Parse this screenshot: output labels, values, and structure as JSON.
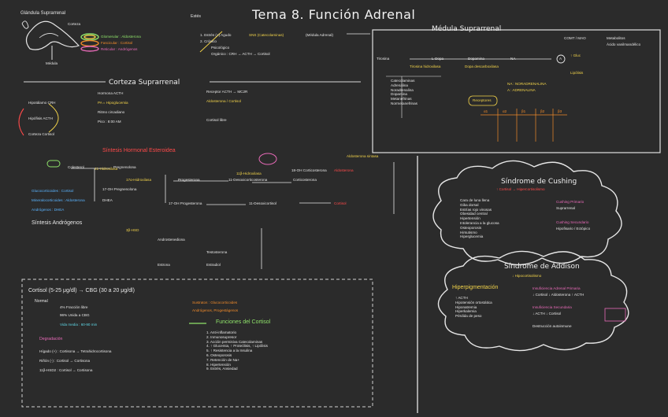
{
  "title": "Tema 8. Función Adrenal",
  "gland": {
    "label": "Glándula Suprarrenal",
    "corteza": "Corteza",
    "medula_caption": "Médula",
    "zones": [
      "Glomerular : Aldosterona",
      "Fascicular : Cortisol",
      "Reticular : Andrógenos"
    ]
  },
  "esteroides": {
    "label": "Estés",
    "items": [
      "1. Estrés (+) Agudo",
      "SNS (Catecolaminas)",
      "(Médula Adrenal)",
      "2. Crónico",
      "Psicológico",
      "Orgánico : CRH → ACTH → Cortisol"
    ]
  },
  "medula": {
    "heading": "Médula Suprarrenal",
    "flow": [
      "Tirosina",
      "L-Dopa",
      "Dopamina",
      "NA",
      "A"
    ],
    "row1": [
      "Tirosina hidroxilasa",
      "Dopa descarboxilasa"
    ],
    "left_list": [
      "Catecolaminas",
      "Adrenalina",
      "Noradrenalina",
      "Dopamina",
      "Metanefrinas",
      "Normetanefrinas"
    ],
    "receptors_heading": "Receptores",
    "receptors": [
      "α1",
      "α2",
      "β1",
      "β2",
      "β3"
    ],
    "right_notes": [
      "COMT / MAO",
      "Metabolitos",
      "Ácido vanilmandélico",
      "↑ Gluc",
      "Lipólisis",
      "NA : NORADRENALINA",
      "A : ADRENALINA"
    ]
  },
  "corteza": {
    "heading": "Corteza Suprarrenal",
    "axis": [
      "Hipotálamo CRH",
      "Hipófisis ACTH",
      "Corteza Cortisol"
    ],
    "acth_notes": [
      "Hormona ACTH",
      "PA = Hipoglucemia",
      "Ritmo circadiano",
      "Pico : 8:00 AM"
    ],
    "receptors_note": [
      "Receptor ACTH → MC2R",
      "Aldosterona / Cortisol",
      "Cortisol libre"
    ],
    "sintesis": "Síntesis Hormonal Esteroidea",
    "colesterol": "Colesterol",
    "pathway": [
      "Pregnenolona",
      "Progesterona",
      "11-Desoxicorticosterona",
      "Corticosterona",
      "18-OH Corticosterona",
      "Aldosterona",
      "17-OH Pregnenolona",
      "17-OH Progesterona",
      "11-Desoxicortisol",
      "Cortisol",
      "DHEA",
      "Androstenediona",
      "Testosterona",
      "Estradiol",
      "Estrona"
    ],
    "enzymes": [
      "21-Hidroxilasa",
      "11β-Hidroxilasa",
      "Aldosterona sintasa",
      "17α-Hidroxilasa",
      "3β-HSD"
    ],
    "androgenos_heading": "Síntesis Andrógenos",
    "blue_notes": [
      "Glucocorticoides : Cortisol",
      "Mineralocorticoides : Aldosterona",
      "Andrógenos : DHEA"
    ]
  },
  "cortisol": {
    "heading": "Cortisol (5-25 μg/dl) → CBG (30 a 20 μg/dl)",
    "normal": "Normal",
    "notes": [
      "4% Fracción libre",
      "96% Unida a CBG",
      "Vida media : 60-90 min"
    ],
    "degradacion": "Degradación",
    "degradacion_items": [
      "Hígado (+) : Cortisona → Tetrahidrocortisona",
      "Riñón (-) : Cortisol → Cortisona",
      "11β-HSD2 : Cortisol → Cortisona"
    ],
    "sustratos": [
      "Sustratos : Glucocorticoides",
      "Andrógenos, Progestágenos"
    ],
    "funciones_heading": "Funciones del Cortisol",
    "funciones": [
      "1. Anti-inflamatorio",
      "2. Inmunosupresor",
      "3. Acción permisiva Catecolaminas",
      "4. ↑ Glucemia, ↑ Proteólisis, ↑ Lipólisis",
      "5. ↑ Resistencia a la Insulina",
      "6. Osteoporosis",
      "7. Retención de Na+",
      "8. Hipertensión",
      "9. Estrés, Ansiedad"
    ]
  },
  "cushing": {
    "heading": "Síndrome de Cushing",
    "sub": "↑ Cortisol → Hipercortisolismo",
    "left": [
      "Cara de luna llena",
      "Giba dorsal",
      "Estrías rojo vinosas",
      "Obesidad central",
      "Hipertensión",
      "Intolerancia a la glucosa",
      "Osteoporosis",
      "Hirsutismo",
      "Hiperglucemia"
    ],
    "right": [
      "Cushing Primario",
      "Suprarrenal",
      "Cushing Secundario",
      "Hipofisario / Ectópico"
    ]
  },
  "addison": {
    "heading": "Síndrome de Addison",
    "sub": "↓ Hipocortisolismo",
    "left_head": "Hiperpigmentación",
    "left": [
      "↑ ACTH",
      "Hipotensión ortostática",
      "Hiponatremia",
      "Hiperkalemia",
      "Pérdida de peso"
    ],
    "right": [
      "Insuficiencia Adrenal Primaria",
      "↓ Cortisol ↓ Aldosterona ↑ ACTH",
      "Insuficiencia Secundaria",
      "↓ ACTH ↓ Cortisol"
    ],
    "cause": "Destrucción autoinmune"
  }
}
